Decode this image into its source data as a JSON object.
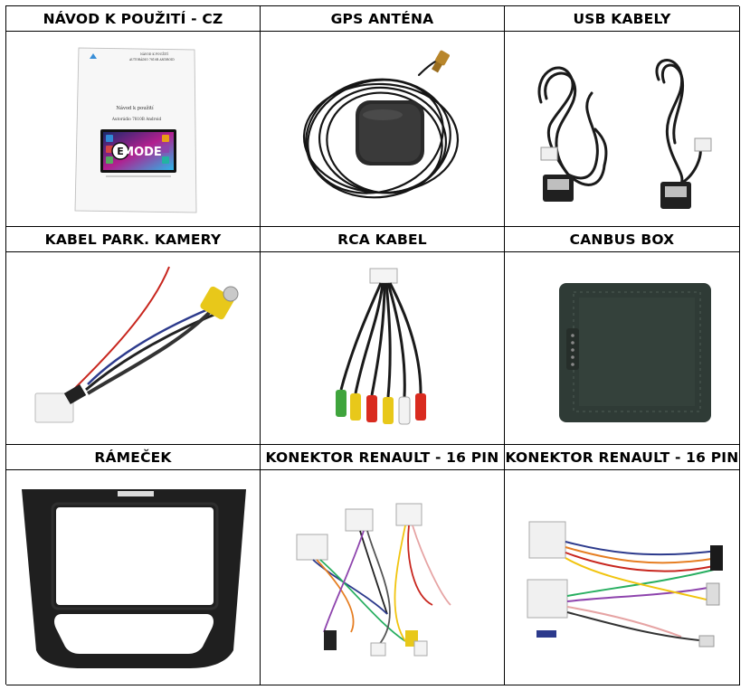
{
  "cells": [
    {
      "title": "NÁVOD K POUŽITÍ - CZ",
      "image": "manual-booklet"
    },
    {
      "title": "GPS ANTÉNA",
      "image": "gps-antenna"
    },
    {
      "title": "USB KABELY",
      "image": "usb-cables"
    },
    {
      "title": "KABEL PARK. KAMERY",
      "image": "parking-camera-cable"
    },
    {
      "title": "RCA KABEL",
      "image": "rca-cable"
    },
    {
      "title": "CANBUS BOX",
      "image": "canbus-box"
    },
    {
      "title": "RÁMEČEK",
      "image": "dash-frame"
    },
    {
      "title": "KONEKTOR RENAULT - 16 PIN",
      "image": "renault-connector-harness"
    },
    {
      "title": "KONEKTOR RENAULT - 16 PIN",
      "image": "renault-connector-harness"
    }
  ],
  "manual": {
    "heading": "Návod k použití",
    "subheading": "Autorádio 7810B Android",
    "logo": "MODE",
    "header_line1": "NÁVOD K POUŽITÍ",
    "header_line2": "AUTORÁDIO 7810B ANDROID"
  },
  "colors": {
    "border": "#000000",
    "wire_red": "#c8261e",
    "wire_blue": "#2c3a8c",
    "rca_yellow": "#e8c81a",
    "box_green": "#2f3b36"
  }
}
